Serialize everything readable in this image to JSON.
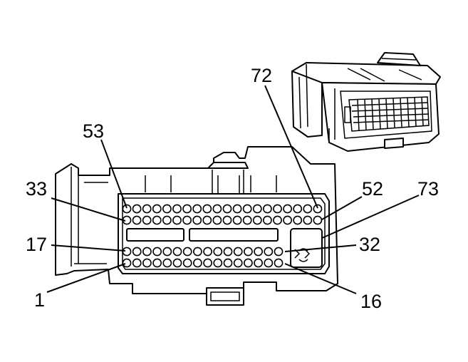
{
  "diagram": {
    "pin_labels": {
      "p53": "53",
      "p72": "72",
      "p33": "33",
      "p52": "52",
      "p73": "73",
      "p17": "17",
      "p32": "32",
      "p1": "1",
      "p16": "16"
    },
    "pin_rows": {
      "row_53_72": 20,
      "row_33_52": 20,
      "row_17_32": 16,
      "row_1_16": 16
    }
  }
}
